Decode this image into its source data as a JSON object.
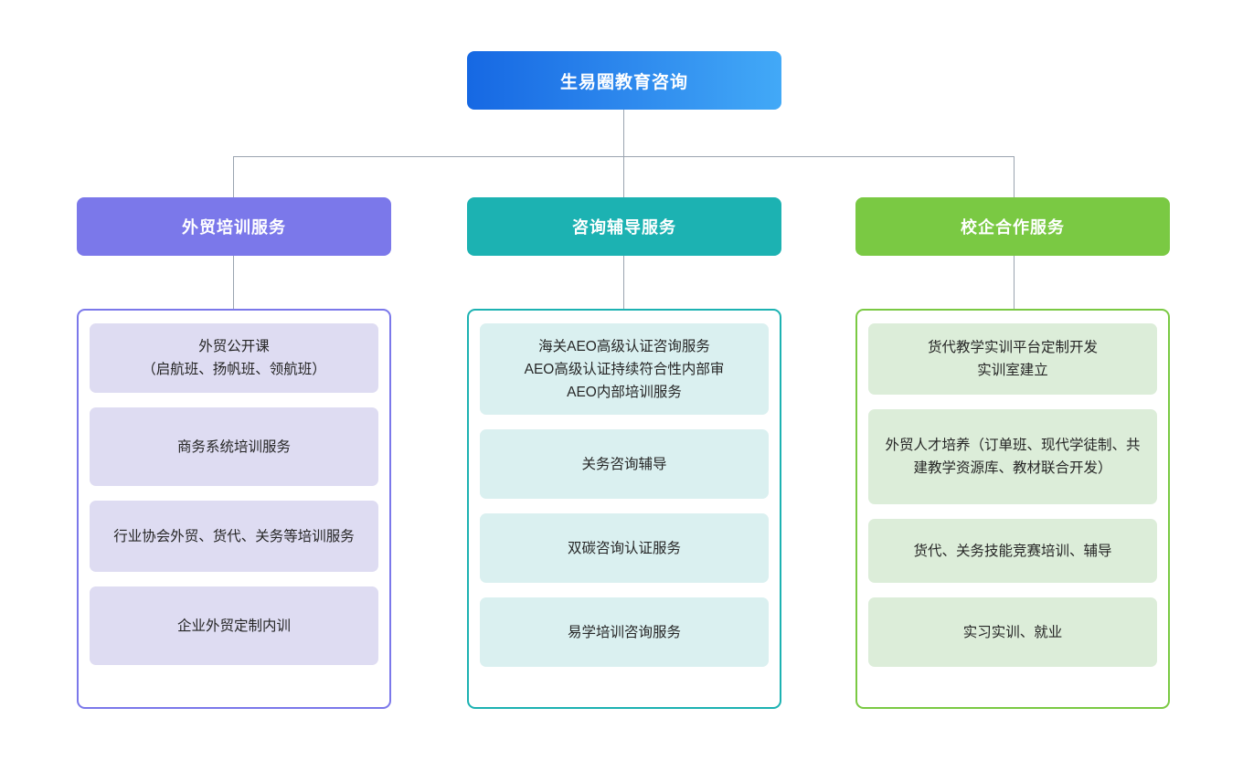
{
  "diagram": {
    "type": "organization-tree",
    "root": {
      "label": "生易圈教育咨询",
      "gradient_from": "#1668e3",
      "gradient_to": "#42a9f7",
      "text_color": "#ffffff"
    },
    "connector_color": "#9aa4b0",
    "branches": [
      {
        "id": "foreign-trade-training",
        "header": "外贸培训服务",
        "accent": "#7b78ea",
        "leaf_fill": "#dedcf2",
        "items": [
          "外贸公开课\n（启航班、扬帆班、领航班）",
          "商务系统培训服务",
          "行业协会外贸、货代、关务等培训服务",
          "企业外贸定制内训"
        ]
      },
      {
        "id": "consulting-coaching",
        "header": "咨询辅导服务",
        "accent": "#1cb2b2",
        "leaf_fill": "#daf0f0",
        "items": [
          "海关AEO高级认证咨询服务\nAEO高级认证持续符合性内部审\nAEO内部培训服务",
          "关务咨询辅导",
          "双碳咨询认证服务",
          "易学培训咨询服务"
        ]
      },
      {
        "id": "school-enterprise-cooperation",
        "header": "校企合作服务",
        "accent": "#7ac943",
        "leaf_fill": "#dcedd9",
        "items": [
          "货代教学实训平台定制开发\n实训室建立",
          "外贸人才培养（订单班、现代学徒制、共建教学资源库、教材联合开发）",
          "货代、关务技能竞赛培训、辅导",
          "实习实训、就业"
        ]
      }
    ]
  }
}
